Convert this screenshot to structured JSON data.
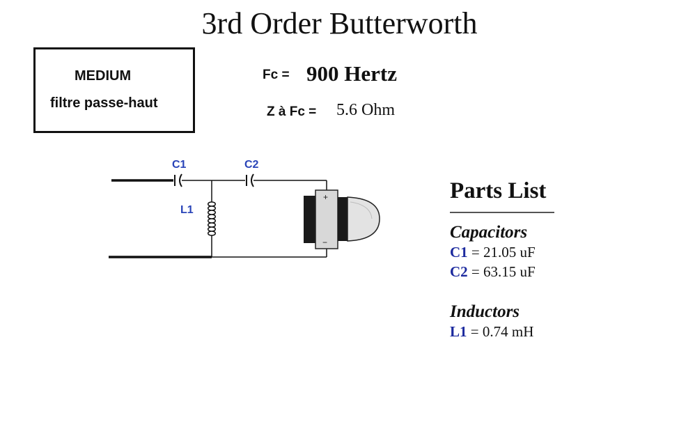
{
  "title": "3rd Order Butterworth",
  "box": {
    "line1": "MEDIUM",
    "line2": "filtre passe-haut"
  },
  "fc": {
    "label": "Fc =",
    "value": "900 Hertz"
  },
  "impedance": {
    "label": "Z à Fc =",
    "value": "5.6 Ohm"
  },
  "circuit": {
    "c1_label": "C1",
    "c2_label": "C2",
    "l1_label": "L1",
    "speaker_plus": "+",
    "speaker_minus": "−"
  },
  "parts_list": {
    "title": "Parts List",
    "capacitors": {
      "heading": "Capacitors",
      "items": [
        {
          "ref": "C1",
          "value": " = 21.05 uF"
        },
        {
          "ref": "C2",
          "value": " = 63.15 uF"
        }
      ]
    },
    "inductors": {
      "heading": "Inductors",
      "items": [
        {
          "ref": "L1",
          "value": " = 0.74 mH"
        }
      ]
    }
  },
  "colors": {
    "component_label": "#2944b8",
    "part_ref": "#1c2a9e",
    "wire": "#111111"
  }
}
